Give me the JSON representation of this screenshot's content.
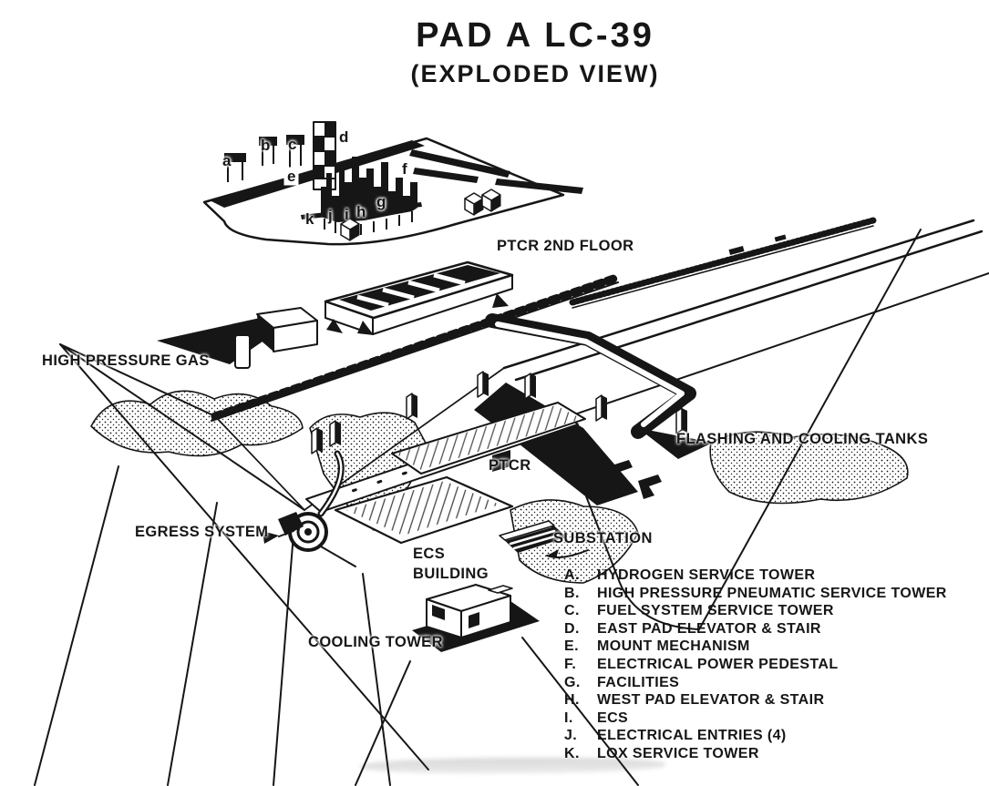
{
  "title": {
    "main": "PAD A LC-39",
    "subtitle": "(EXPLODED VIEW)"
  },
  "labels": {
    "ptcr_2nd_floor": "PTCR 2ND FLOOR",
    "high_pressure_gas": "HIGH PRESSURE GAS",
    "flashing_and_cooling_tanks": "FLASHING AND COOLING TANKS",
    "ptcr": "PTCR",
    "egress_system": "EGRESS SYSTEM",
    "ecs_building": {
      "line1": "ECS",
      "line2": "BUILDING"
    },
    "substation": "SUBSTATION",
    "cooling_tower": "COOLING TOWER"
  },
  "markers": [
    "a",
    "b",
    "c",
    "d",
    "e",
    "f",
    "g",
    "h",
    "i",
    "j",
    "k"
  ],
  "legend": {
    "items": [
      {
        "key": "A.",
        "label": "HYDROGEN SERVICE TOWER"
      },
      {
        "key": "B.",
        "label": "HIGH PRESSURE PNEUMATIC SERVICE TOWER"
      },
      {
        "key": "C.",
        "label": "FUEL SYSTEM SERVICE TOWER"
      },
      {
        "key": "D.",
        "label": "EAST PAD ELEVATOR & STAIR"
      },
      {
        "key": "E.",
        "label": "MOUNT MECHANISM"
      },
      {
        "key": "F.",
        "label": "ELECTRICAL POWER PEDESTAL"
      },
      {
        "key": "G.",
        "label": "FACILITIES"
      },
      {
        "key": "H.",
        "label": "WEST PAD ELEVATOR & STAIR"
      },
      {
        "key": "I.",
        "label": "ECS"
      },
      {
        "key": "J.",
        "label": "ELECTRICAL ENTRIES (4)"
      },
      {
        "key": "K.",
        "label": "LOX SERVICE TOWER"
      }
    ]
  },
  "colors": {
    "ink": "#161616",
    "paper": "#ffffff"
  }
}
